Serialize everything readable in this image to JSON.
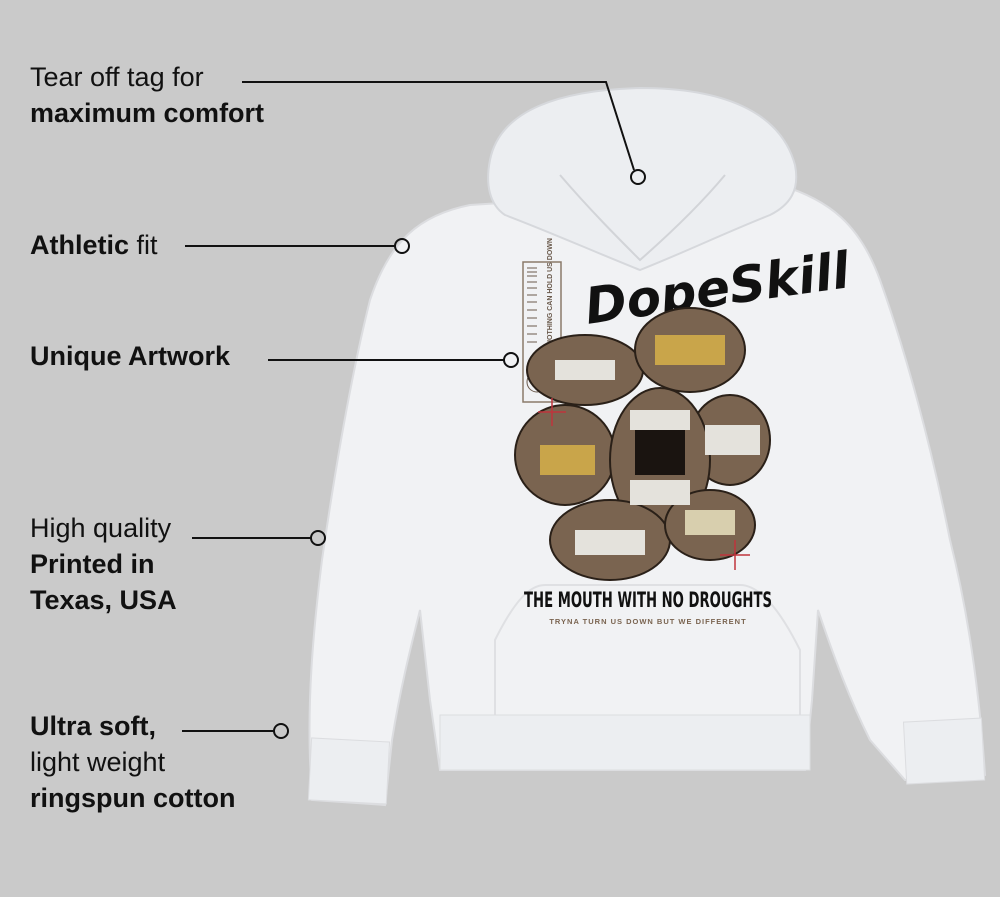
{
  "features": [
    {
      "lines": [
        {
          "text": "Tear off tag for",
          "bold": false
        },
        {
          "text": "maximum comfort",
          "bold": true
        }
      ]
    },
    {
      "lines": [
        {
          "text": "Athletic",
          "bold": true,
          "suffix": " fit"
        }
      ]
    },
    {
      "lines": [
        {
          "text": "Unique Artwork",
          "bold": true
        }
      ]
    },
    {
      "lines": [
        {
          "text": "High quality",
          "bold": false
        },
        {
          "text": "Printed in",
          "bold": true
        },
        {
          "text": "Texas, USA",
          "bold": true
        }
      ]
    },
    {
      "lines": [
        {
          "text": "Ultra soft,",
          "bold": true
        },
        {
          "text": "light weight",
          "bold": false
        },
        {
          "text": "ringspun cotton",
          "bold": true
        }
      ]
    }
  ],
  "artwork": {
    "brand": "DopeSkill",
    "tag_text": "NOTHING CAN HOLD US DOWN",
    "headline": "THE MOUTH WITH NO DROUGHTS",
    "tagline": "TRYNA TURN US DOWN BUT WE DIFFERENT"
  },
  "colors": {
    "background": "#cacaca",
    "hoodie": "#f1f2f4",
    "lips": "#7a6450",
    "accent": "#c0343c",
    "gold": "#c9a54a"
  }
}
